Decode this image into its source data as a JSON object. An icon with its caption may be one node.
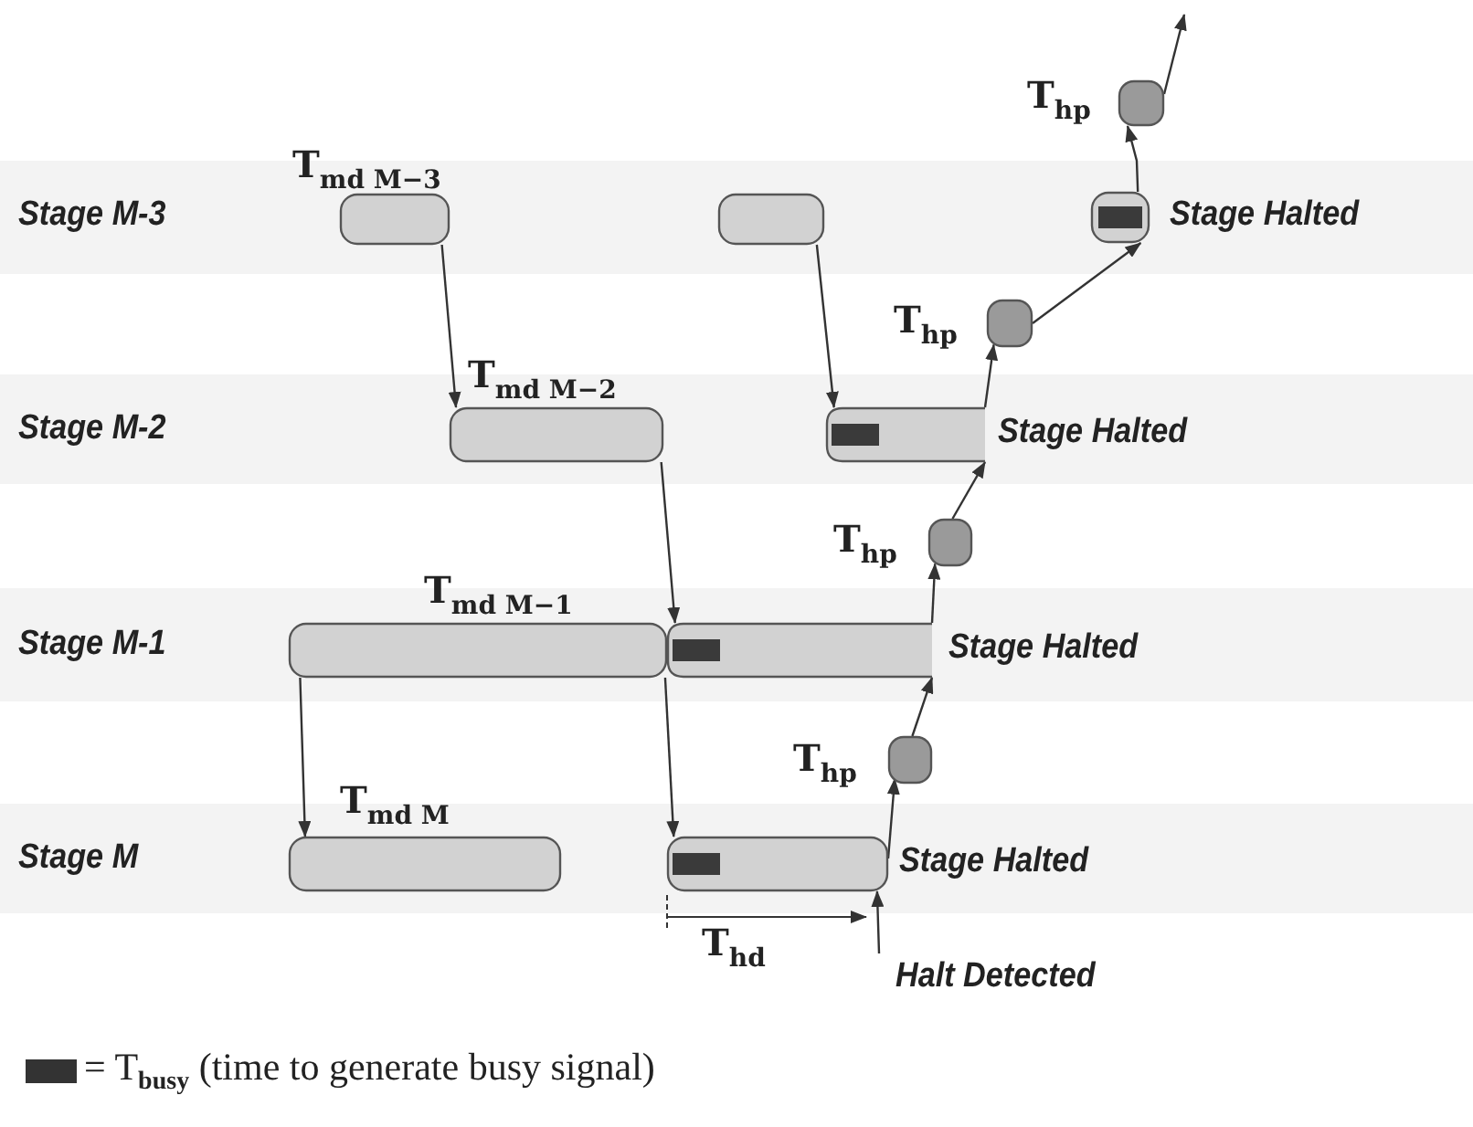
{
  "diagram": {
    "nodes": [
      {
        "text": [],
        "shape": "box",
        "beside": [
          "T$_{hp}$"
        ]
      },
      {
        "text": [],
        "shape": "box",
        "beside": [
          "T$_{md M−3}$"
        ]
      },
      {
        "text": [],
        "shape": "box"
      },
      {
        "text": [],
        "shape": "box",
        "beside": [
          "Stage Halted"
        ]
      },
      {
        "text": [],
        "shape": "box",
        "beside": [
          "T$_{hp}$"
        ]
      },
      {
        "text": [],
        "shape": "box",
        "beside": [
          "T$_{md M−2}$"
        ]
      },
      {
        "text": [],
        "shape": "box",
        "beside": [
          "Stage Halted"
        ]
      },
      {
        "text": [],
        "shape": "box",
        "beside": [
          "T$_{hp}$"
        ]
      },
      {
        "text": [],
        "shape": "box",
        "beside": [
          "T$_{md M−1}$"
        ]
      },
      {
        "text": [],
        "shape": "box",
        "beside": [
          "Stage Halted"
        ]
      },
      {
        "text": [],
        "shape": "box",
        "beside": [
          "T$_{hp}$"
        ]
      },
      {
        "text": [],
        "shape": "box",
        "beside": [
          "T$_{md M}$"
        ]
      },
      {
        "text": [],
        "shape": "box",
        "beside": [
          "Stage Halted"
        ]
      },
      {
        "text": [
          "Halt Detected"
        ]
      }
    ],
    "edges": [
      {
        "from": 1,
        "to": 5,
        "arrow": "to"
      },
      {
        "from": 2,
        "to": 6,
        "arrow": "to"
      },
      {
        "from": 5,
        "to": 9,
        "arrow": "to"
      },
      {
        "from": 8,
        "to": 11,
        "arrow": "to"
      },
      {
        "from": 8,
        "to": 12,
        "arrow": "to"
      },
      {
        "from": 12,
        "to": 10,
        "arrow": "to"
      },
      {
        "from": 10,
        "to": 9,
        "arrow": "to"
      },
      {
        "from": 9,
        "to": 7,
        "arrow": "to"
      },
      {
        "from": 7,
        "to": 6,
        "arrow": "to"
      },
      {
        "from": 6,
        "to": 4,
        "arrow": "to"
      },
      {
        "from": 4,
        "to": 3,
        "arrow": "to"
      },
      {
        "from": 3,
        "to": 0,
        "arrow": "to"
      },
      {
        "from": 0,
        "to": null,
        "arrow": "to"
      },
      {
        "from": 13,
        "to": 12,
        "arrow": "to"
      }
    ],
    "labels": [
      "Stage M-3",
      "Stage M-2",
      "Stage M-1",
      "Stage M",
      "T$_{hd}$"
    ],
    "legend": [
      {
        "text": "= T$_{busy}$ (time to generate busy signal)",
        "color": "#333333"
      }
    ]
  }
}
